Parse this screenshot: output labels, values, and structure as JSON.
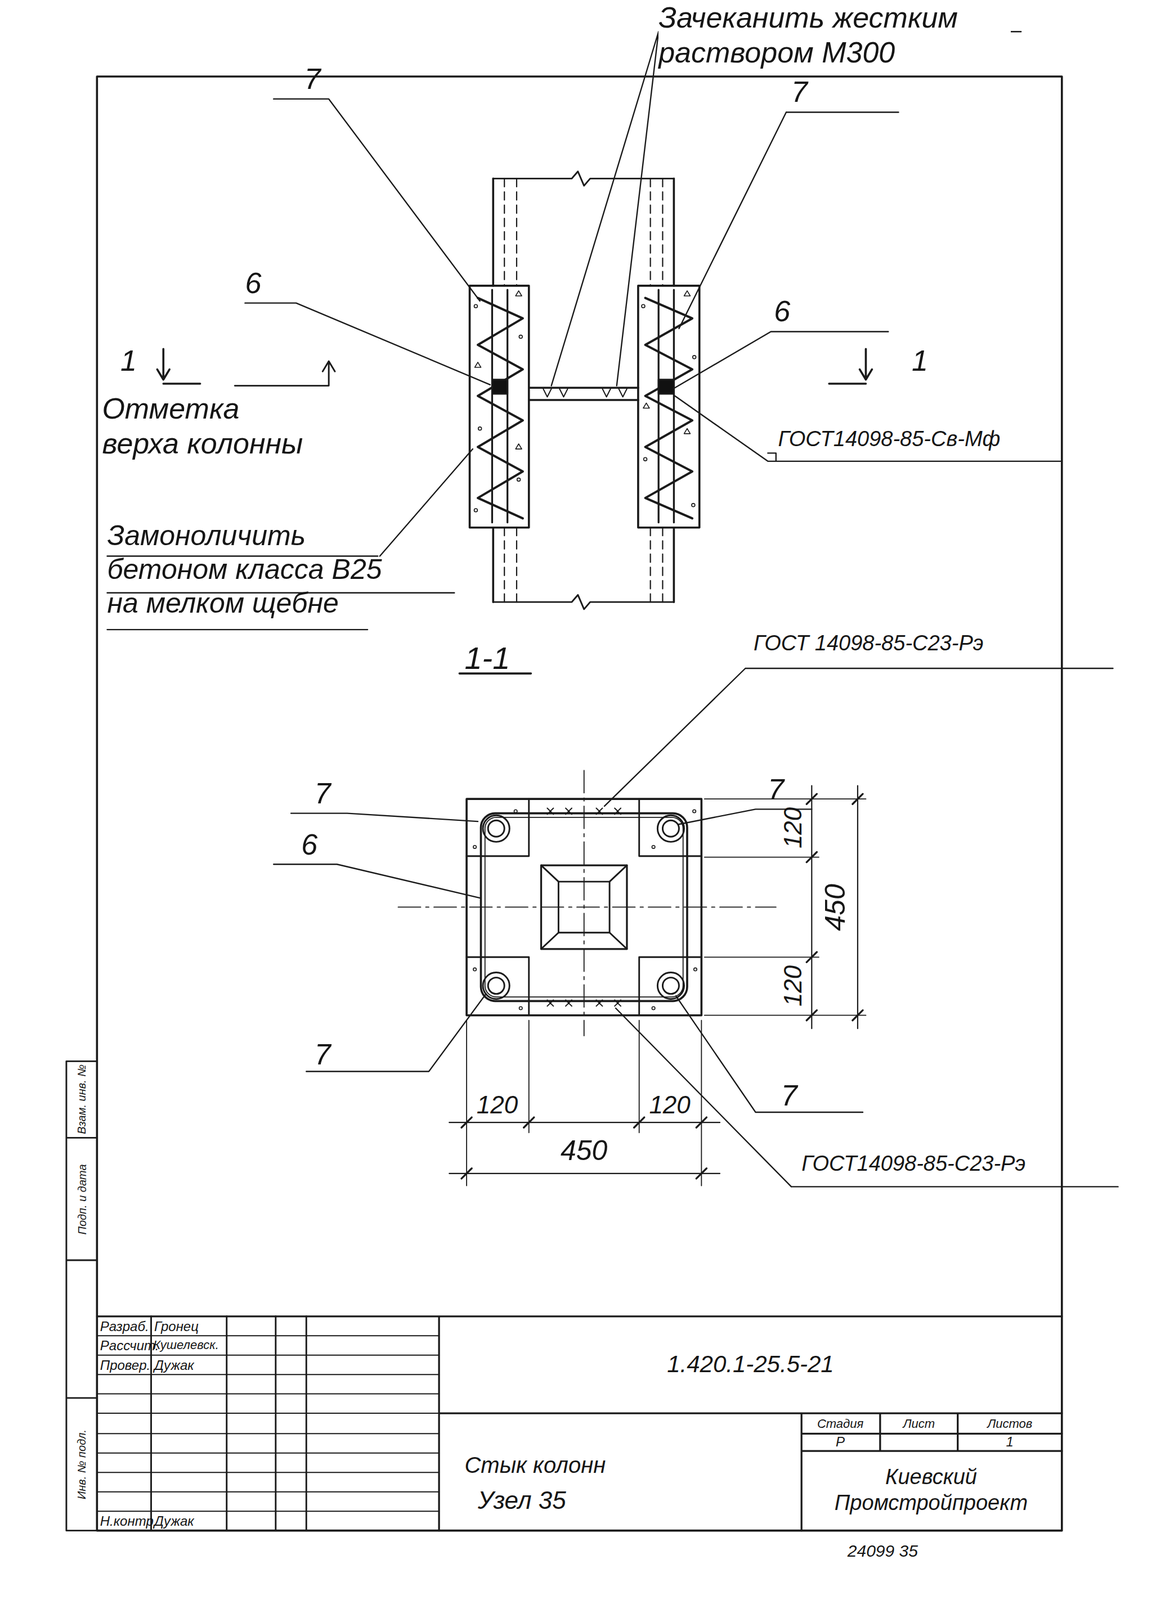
{
  "diagram": {
    "labels": [
      "Зачеканить жестким раствором М300",
      "7",
      "7",
      "6",
      "6",
      "1",
      "1",
      "Отметка верха колонны",
      "ГОСТ14098-85-Св-Мф",
      "Замоноличить бетоном класса В25 на мелком щебне",
      "1-1",
      "ГОСТ 14098-85-С23-Рэ",
      "7",
      "6",
      "7",
      "7",
      "7",
      "120",
      "450",
      "120",
      "120",
      "120",
      "450",
      "ГОСТ14098-85-С23-Рэ",
      "Разраб.",
      "Гронец",
      "Рассчит.",
      "Кушелевск.",
      "Провер.",
      "Дужак",
      "Н.контр",
      "Дужак",
      "1.420.1-25.5-21",
      "Стадия",
      "Лист",
      "Листов",
      "Р",
      "1",
      "Стык колонн",
      "Узел 35",
      "Киевский Промстройпроект",
      "24099 35",
      "Взам. инв. №",
      "Подп. и дата",
      "Инв. № подл."
    ]
  }
}
